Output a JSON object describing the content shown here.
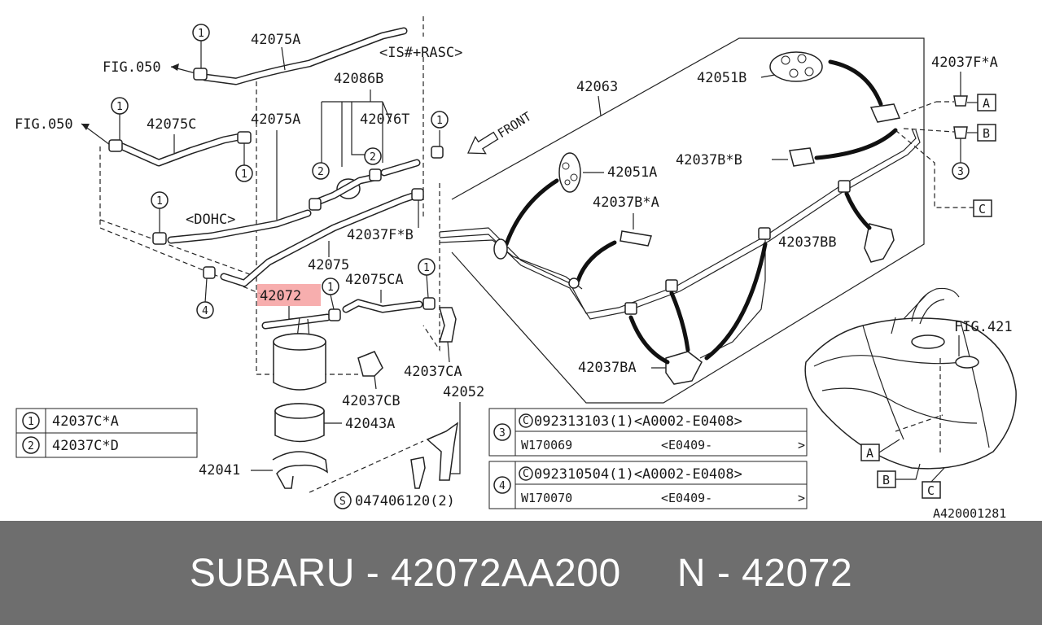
{
  "diagram": {
    "labels": {
      "p42075A": "42075A",
      "rasc": "<IS#+RASC>",
      "fig050_top": "FIG.050",
      "p42086B": "42086B",
      "fig050_mid": "FIG.050",
      "p42075C": "42075C",
      "p42075A_2": "42075A",
      "p42076T": "42076T",
      "dohc": "<DOHC>",
      "p42037FB": "42037F*B",
      "p42075": "42075",
      "p42072": "42072",
      "p42075CA": "42075CA",
      "p42037CA": "42037CA",
      "p42037CB": "42037CB",
      "p42052": "42052",
      "p42043A": "42043A",
      "p42041": "42041",
      "bolt": "047406120(2)",
      "bolt_mark": "S",
      "p42063": "42063",
      "front": "FRONT",
      "p42051B": "42051B",
      "p42051A": "42051A",
      "p42037BB_star": "42037B*B",
      "p42037BA_star": "42037B*A",
      "p42037BB": "42037BB",
      "p42037BA": "42037BA",
      "p42037FA": "42037F*A",
      "fig421": "FIG.421",
      "ref_code": "A420001281"
    },
    "callouts": {
      "one": "1",
      "two": "2",
      "three": "3",
      "four": "4",
      "boxA": "A",
      "boxB": "B",
      "boxC": "C"
    },
    "legend": [
      {
        "num": "1",
        "part": "42037C*A"
      },
      {
        "num": "2",
        "part": "42037C*D"
      }
    ],
    "notes": [
      {
        "num": "3",
        "line1_mark": "C",
        "line1": "092313103(1)<A0002-E0408>",
        "line2": "W170069",
        "line2_range": "<E0409-",
        "line2_end": ">"
      },
      {
        "num": "4",
        "line1_mark": "C",
        "line1": "092310504(1)<A0002-E0408>",
        "line2": "W170070",
        "line2_range": "<E0409-",
        "line2_end": ">"
      }
    ]
  },
  "footer": {
    "brand": "SUBARU",
    "sep1": " - ",
    "part_number": "42072AA200",
    "gap": "     ",
    "ref_prefix": "N",
    "sep2": " - ",
    "ref_number": "42072"
  }
}
